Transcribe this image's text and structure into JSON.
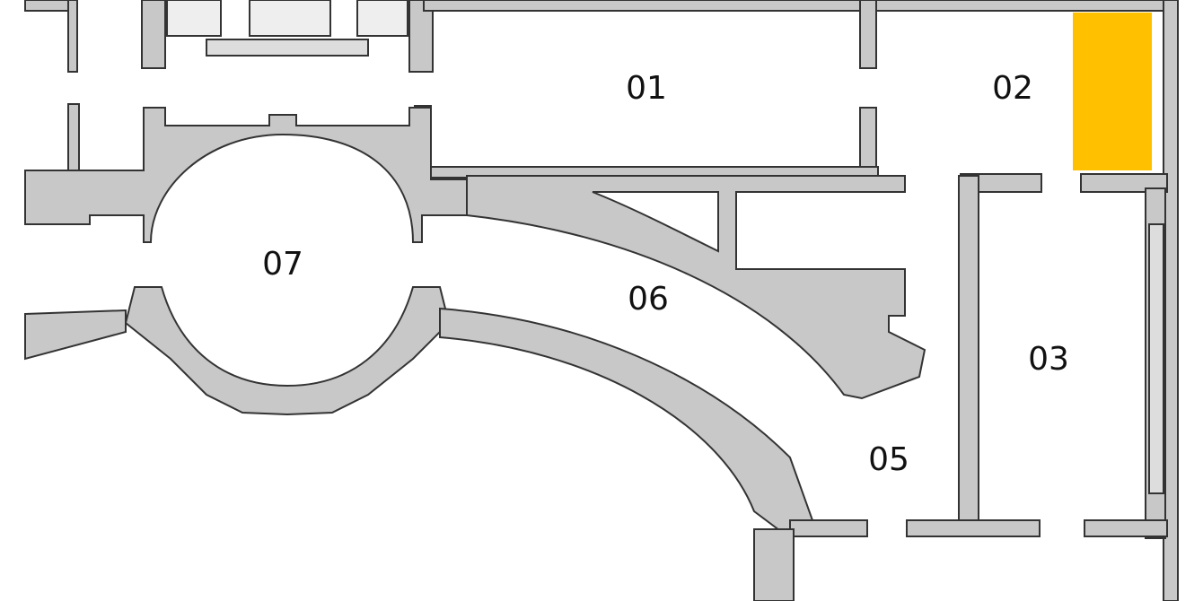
{
  "floor_plan": {
    "rooms": [
      {
        "id": "01",
        "label": "01"
      },
      {
        "id": "02",
        "label": "02"
      },
      {
        "id": "03",
        "label": "03"
      },
      {
        "id": "05",
        "label": "05"
      },
      {
        "id": "06",
        "label": "06"
      },
      {
        "id": "07",
        "label": "07"
      }
    ],
    "highlight": {
      "room": "02",
      "color": "#FFC000"
    },
    "colors": {
      "wall_fill": "#c8c8c8",
      "wall_stroke": "#333333",
      "background": "#ffffff"
    }
  }
}
